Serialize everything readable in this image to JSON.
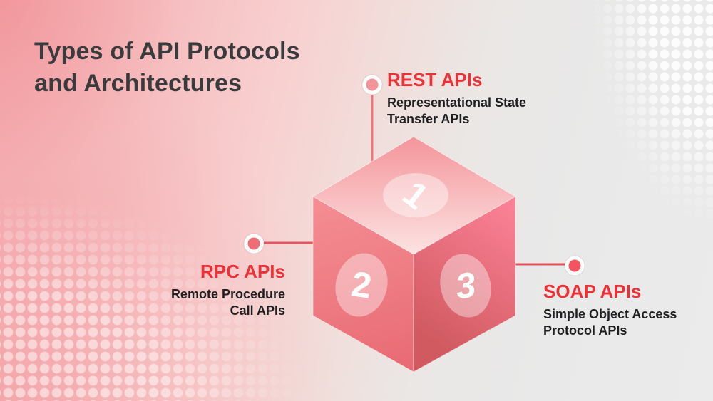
{
  "title": {
    "line1": "Types of API Protocols",
    "line2": "and Architectures"
  },
  "items": [
    {
      "id": "rest",
      "number": "1",
      "name": "REST APIs",
      "description_line1": "Representational State",
      "description_line2": "Transfer APIs"
    },
    {
      "id": "rpc",
      "number": "2",
      "name": "RPC APIs",
      "description_line1": "Remote Procedure",
      "description_line2": "Call APIs"
    },
    {
      "id": "soap",
      "number": "3",
      "name": "SOAP APIs",
      "description_line1": "Simple Object Access",
      "description_line2": "Protocol APIs"
    }
  ],
  "colors": {
    "accent_red": "#ee3136",
    "title_text": "#3b3b3e",
    "body_text": "#1f1f22",
    "background_pink": "#f5b1b5",
    "background_gray": "#e9e9e9",
    "cube_top_light": "#fce3e2",
    "cube_top_dark": "#f4959b",
    "cube_left": "#ec747c",
    "cube_right_dark": "#d05a60",
    "cube_right_bright": "#fd8298",
    "connector_line": "#e8565f",
    "number_text": "#ffffff"
  }
}
